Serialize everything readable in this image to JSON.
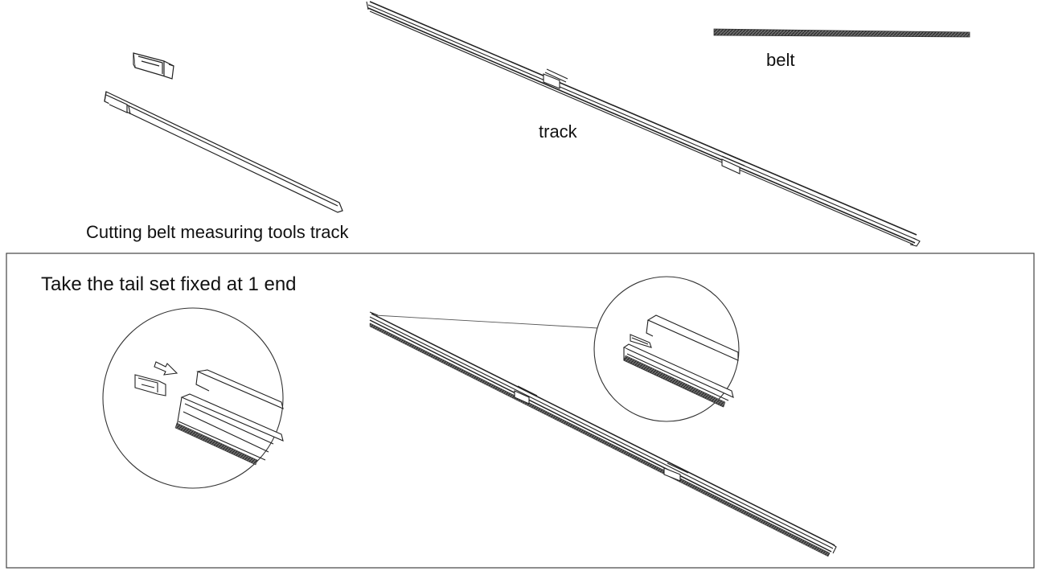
{
  "labels": {
    "track": "track",
    "belt": "belt",
    "tools": "Cutting belt measuring tools  track",
    "step": "Take the tail set fixed at 1 end"
  },
  "icons": {
    "arrow": "insert-arrow-icon"
  },
  "colors": {
    "line": "#222222",
    "belt": "#555555",
    "frame": "#444444"
  }
}
